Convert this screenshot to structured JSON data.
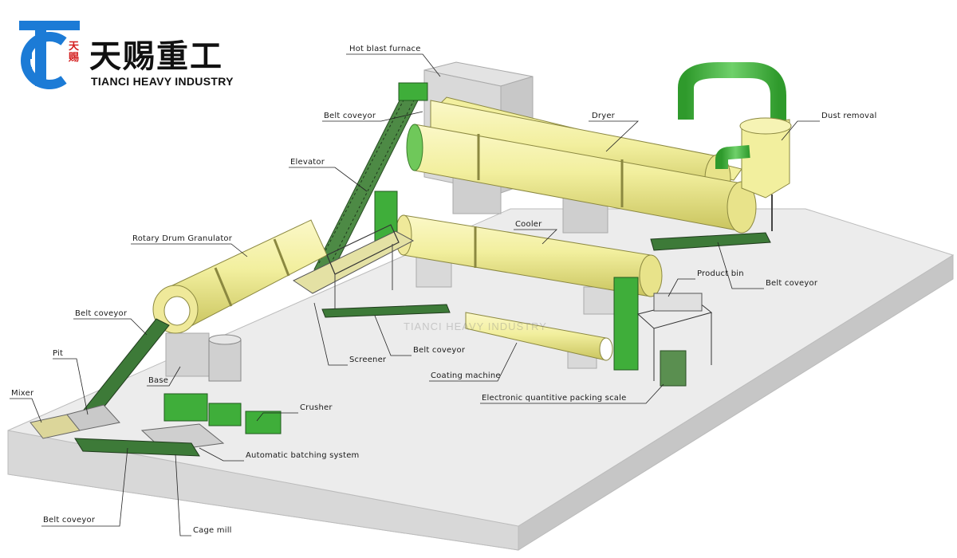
{
  "brand": {
    "name_cn": "天赐重工",
    "name_en": "TIANCI HEAVY INDUSTRY",
    "mark_cn": "天赐",
    "watermark": "TIANCI HEAVY INDUSTRY",
    "color_blue": "#1c7bd6",
    "color_red": "#d42020"
  },
  "labels": {
    "hot_blast_furnace": "Hot blast furnace",
    "belt_conveyor_dryer": "Belt coveyor",
    "dryer": "Dryer",
    "dust_removal": "Dust removal",
    "elevator": "Elevator",
    "rotary_drum_granulator": "Rotary Drum Granulator",
    "cooler": "Cooler",
    "product_bin": "Product bin",
    "belt_conveyor_cooler": "Belt coveyor",
    "belt_conveyor_granulator": "Belt coveyor",
    "pit": "Pit",
    "base": "Base",
    "mixer": "Mixer",
    "screener": "Screener",
    "belt_conveyor_screener": "Belt coveyor",
    "coating_machine": "Coating machine",
    "packing_scale": "Electronic quantitive packing scale",
    "crusher": "Crusher",
    "batching_system": "Automatic batching system",
    "belt_conveyor_bottom": "Belt coveyor",
    "cage_mill": "Cage mill"
  },
  "colors": {
    "drum": "#f2ef9e",
    "drum_shade": "#d4d06a",
    "green": "#3fae3a",
    "platform": "#ececec",
    "platform_side": "#d0d0d0",
    "concrete": "#d8d8d8"
  }
}
